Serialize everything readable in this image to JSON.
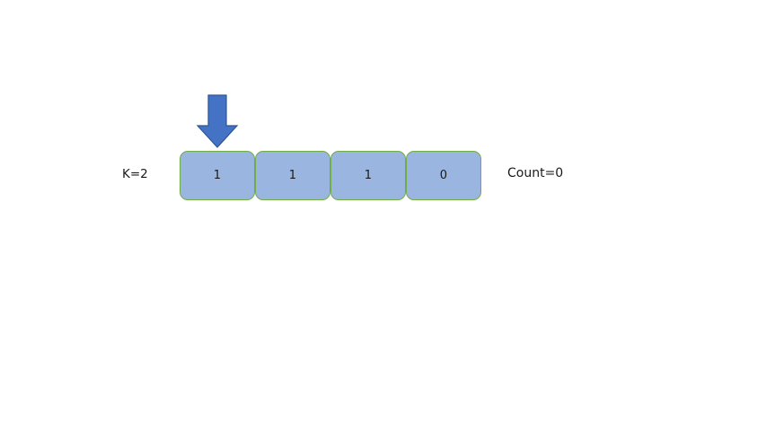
{
  "diagram": {
    "title": "binary-array-pointer-walkthrough",
    "background_color": "#ffffff",
    "left_label": "K=2",
    "right_label": "Count=0",
    "pointer": {
      "icon": "arrow-down-icon",
      "color": "#4473c5",
      "outline_color": "#2e5597",
      "points_to_cell_index": 0
    },
    "array": {
      "cell_fill_color": "#9ab5e0",
      "cell_border_color": "#70ad47",
      "cells": [
        {
          "value": "1"
        },
        {
          "value": "1"
        },
        {
          "value": "1"
        },
        {
          "value": "0"
        }
      ]
    }
  }
}
